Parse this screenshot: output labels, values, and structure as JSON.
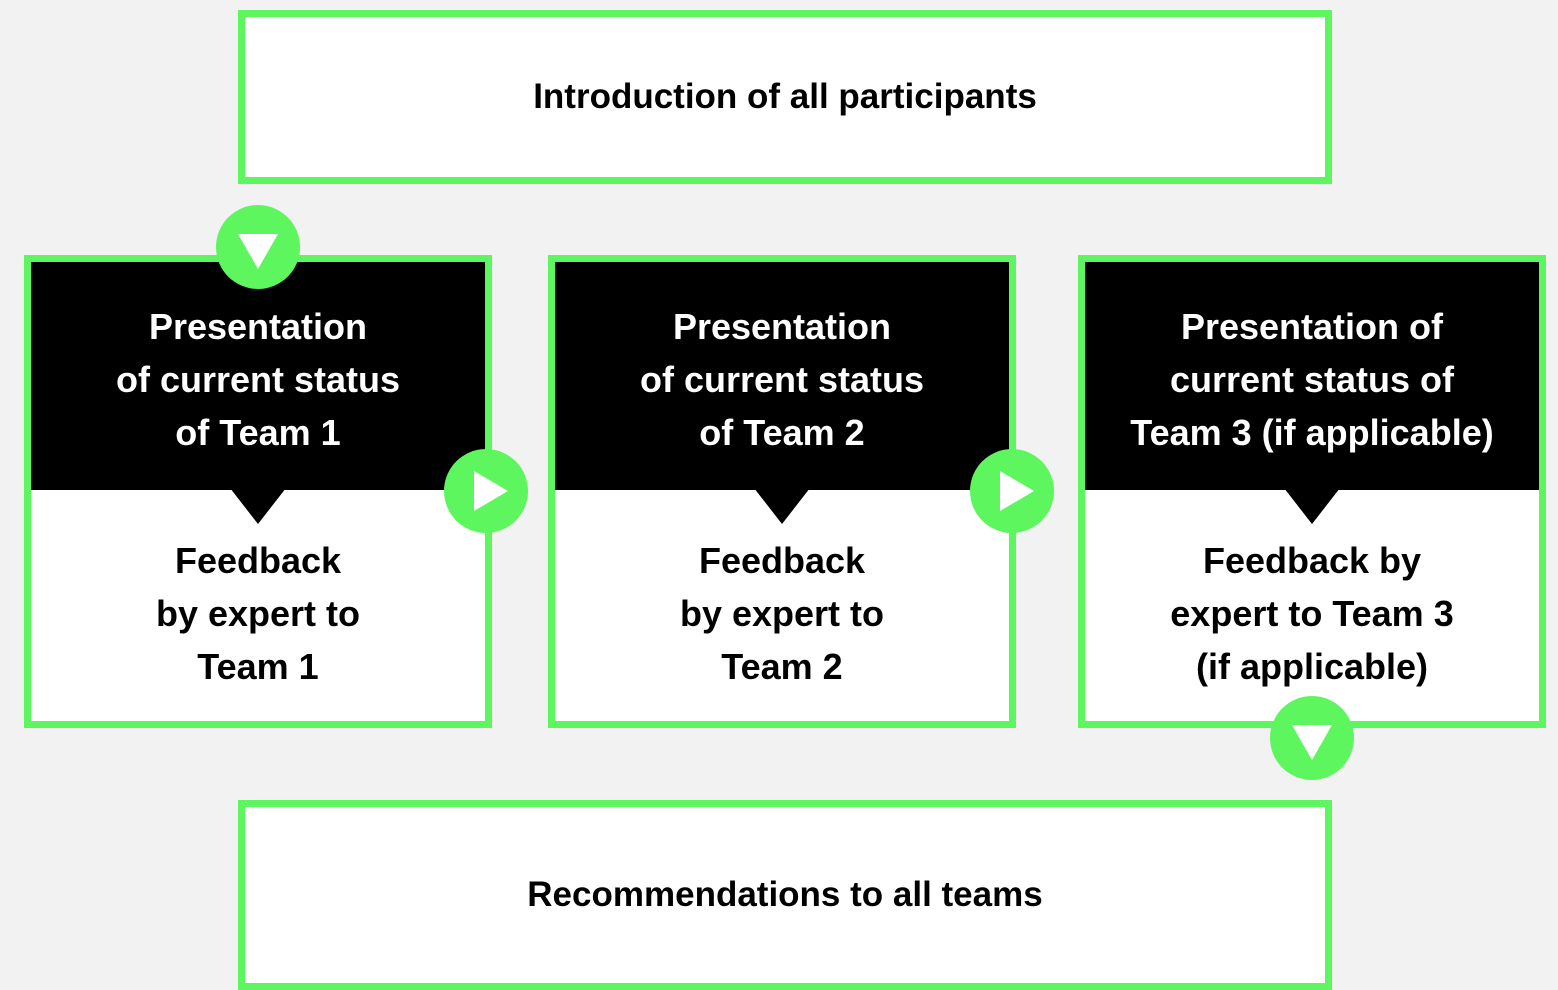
{
  "diagram": {
    "accent_color": "#5ef65e",
    "intro": {
      "label": "Introduction of all participants"
    },
    "teams": [
      {
        "presentation": "Presentation\nof current status\nof Team 1",
        "feedback": "Feedback\nby expert to\nTeam 1"
      },
      {
        "presentation": "Presentation\nof current status\nof Team 2",
        "feedback": "Feedback\nby expert to\nTeam 2"
      },
      {
        "presentation": "Presentation of\ncurrent status of\nTeam 3 (if applicable)",
        "feedback": "Feedback by\nexpert to Team 3\n(if applicable)"
      }
    ],
    "recommendations": {
      "label": "Recommendations to all teams"
    },
    "connectors": [
      {
        "icon": "arrow-down-icon"
      },
      {
        "icon": "arrow-right-icon"
      },
      {
        "icon": "arrow-right-icon"
      },
      {
        "icon": "arrow-down-icon"
      }
    ]
  }
}
